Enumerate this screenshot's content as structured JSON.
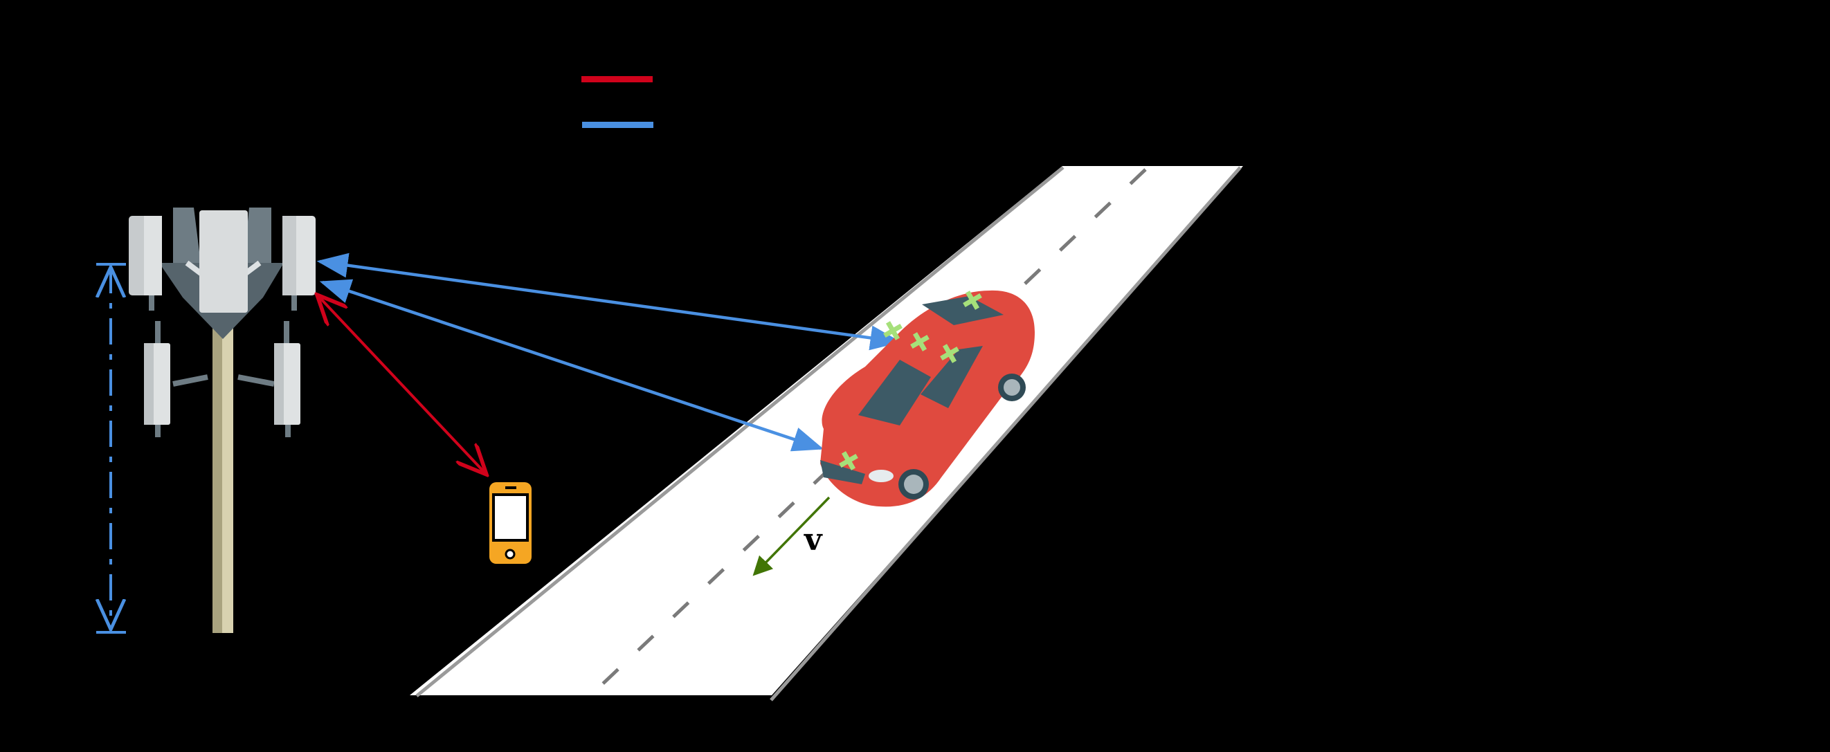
{
  "diagram": {
    "background": "#000000",
    "legend": {
      "items": [
        {
          "line_color": "#d0021b",
          "label": ""
        },
        {
          "line_color": "#4a90e2",
          "label": ""
        }
      ]
    },
    "base_station": {
      "icon": "cell-tower-icon",
      "height_marker_color": "#4a90e2"
    },
    "user_equipment": {
      "icon": "smartphone-icon",
      "color": "#f5a623"
    },
    "vehicle": {
      "icon": "red-car-icon",
      "color": "#e04a3f",
      "marker_color": "#a6e07a",
      "marker_count": 5
    },
    "road": {
      "color": "#ffffff",
      "edge_color": "#9a9a9a",
      "lane_dash_color": "#7a7a7a"
    },
    "links": [
      {
        "id": "bs-ue",
        "color": "#d0021b",
        "type": "communication"
      },
      {
        "id": "bs-car-1",
        "color": "#4a90e2",
        "type": "sensing"
      },
      {
        "id": "bs-car-2",
        "color": "#4a90e2",
        "type": "sensing"
      }
    ],
    "velocity": {
      "label": "v",
      "color": "#417505"
    }
  }
}
